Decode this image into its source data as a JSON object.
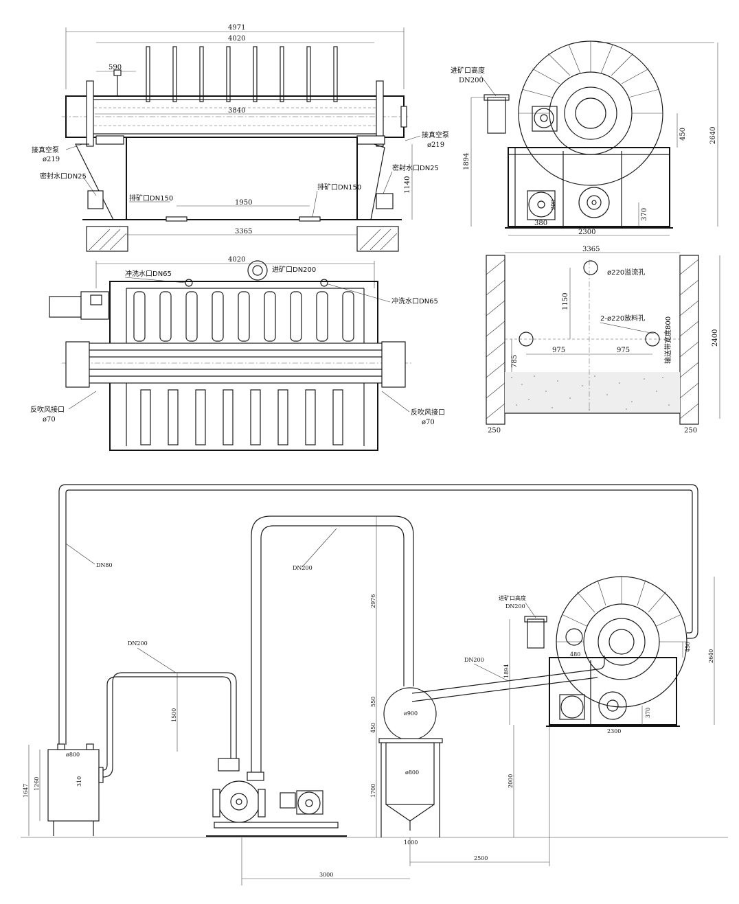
{
  "front_view": {
    "dim_overall": "4971",
    "dim_frame": "4020",
    "dim_drum": "3840",
    "dim_590": "590",
    "dim_1950": "1950",
    "dim_3365": "3365",
    "dim_1140": "1140",
    "label_vac_left": "接真空泵",
    "label_vac_left_dia": "ø219",
    "label_vac_right": "接真空泵",
    "label_vac_right_dia": "ø219",
    "label_seal_left": "密封水口DN25",
    "label_seal_right": "密封水口DN25",
    "label_discharge_left": "排矿口DN150",
    "label_discharge_right": "排矿口DN150"
  },
  "side_view": {
    "label_feed_height": "进矿口高度",
    "label_feed_dn": "DN200",
    "dim_1894": "1894",
    "dim_2640": "2640",
    "dim_450": "450",
    "dim_370": "370",
    "dim_380": "380",
    "dim_200": "200",
    "dim_2300": "2300"
  },
  "top_view": {
    "dim_4020": "4020",
    "label_feed": "进矿口DN200",
    "label_wash_left": "冲洗水口DN65",
    "label_wash_right": "冲洗水口DN65",
    "label_blow_left": "反吹风接口",
    "label_blow_left_dia": "ø70",
    "label_blow_right": "反吹风接口",
    "label_blow_right_dia": "ø70"
  },
  "pit_view": {
    "dim_3365": "3365",
    "dim_1150": "1150",
    "dim_975_left": "975",
    "dim_975_right": "975",
    "dim_785": "785",
    "dim_2400": "2400",
    "dim_250_left": "250",
    "dim_250_right": "250",
    "label_overflow": "ø220溢流孔",
    "label_discharge_holes": "2-ø220放料孔",
    "label_conveyor": "输送带宽度800"
  },
  "layout_view": {
    "label_dn80": "DN80",
    "label_dn200_a": "DN200",
    "label_dn200_b": "DN200",
    "label_dn200_c": "DN200",
    "dim_2976": "2976",
    "dim_1500": "1500",
    "dim_1647": "1647",
    "dim_1260": "1260",
    "dim_310": "310",
    "label_tank_left_dia": "ø800",
    "label_tank_right_dia": "ø800",
    "label_sphere_dia": "ø900",
    "dim_550": "550",
    "dim_450": "450",
    "dim_1700": "1700",
    "dim_1000": "1000",
    "dim_2000": "2000",
    "dim_2500": "2500",
    "dim_3000": "3000",
    "label_feed_height": "进矿口高度",
    "label_feed_dn": "DN200",
    "dim_1894": "1894",
    "dim_2640": "2640",
    "dim_450_b": "450",
    "dim_480": "480",
    "dim_370": "370",
    "dim_2300": "2300"
  }
}
